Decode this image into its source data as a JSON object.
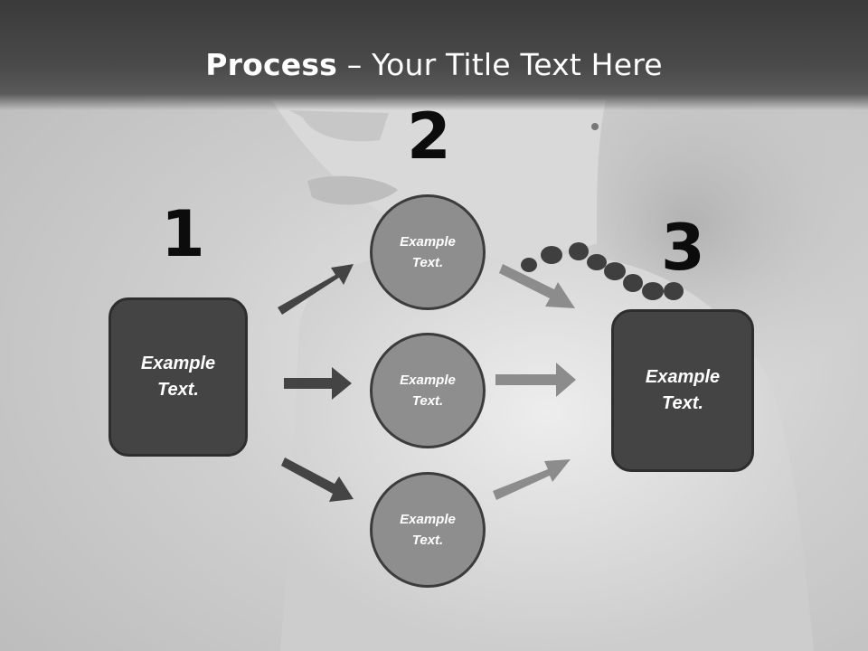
{
  "title": {
    "bold": "Process",
    "rest": " – Your Title Text Here"
  },
  "numbers": [
    "1",
    "2",
    "3"
  ],
  "steps": {
    "start": "Example Text.",
    "middle": [
      "Example Text.",
      "Example Text.",
      "Example Text."
    ],
    "end": "Example Text."
  },
  "colors": {
    "dark_box": "#444444",
    "circle": "#8e8e8e",
    "dark_arrow": "#444444",
    "light_arrow": "#8c8c8c"
  }
}
